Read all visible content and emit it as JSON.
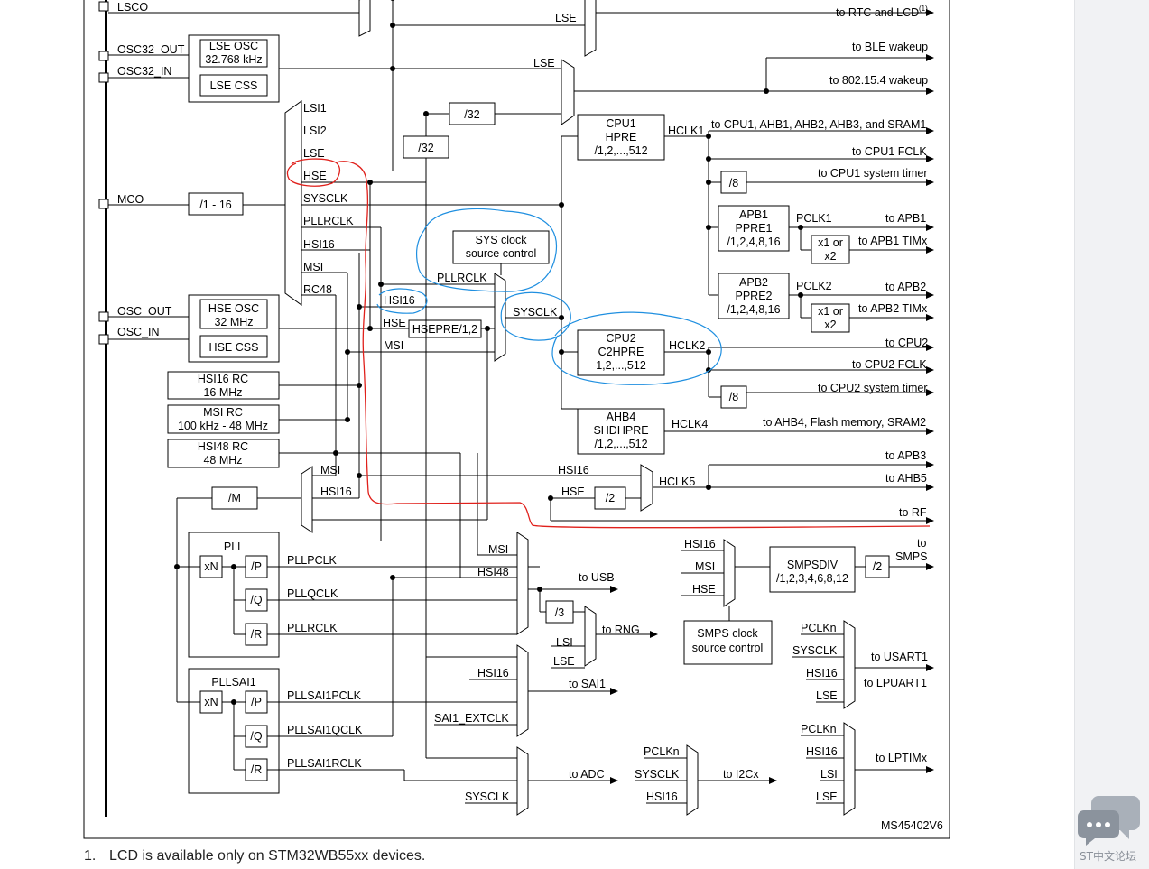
{
  "diagram": {
    "ref": "MS45402V6",
    "left_pins": {
      "lsco": "LSCO",
      "osc32_out": "OSC32_OUT",
      "osc32_in": "OSC32_IN",
      "mco": "MCO",
      "osc_out": "OSC_OUT",
      "osc_in": "OSC_IN"
    },
    "sources": {
      "lse_osc": [
        "LSE OSC",
        "32.768 kHz"
      ],
      "lse_css": "LSE CSS",
      "hse_osc": [
        "HSE OSC",
        "32 MHz"
      ],
      "hse_css": "HSE CSS",
      "hsi16_rc": [
        "HSI16 RC",
        "16 MHz"
      ],
      "msi_rc": [
        "MSI RC",
        "100 kHz - 48 MHz"
      ],
      "hsi48_rc": [
        "HSI48 RC",
        "48 MHz"
      ]
    },
    "dividers": {
      "mco_div": "/1 - 16",
      "div32": "/32",
      "div8": "/8",
      "div2": "/2",
      "div3": "/3",
      "divM": "/M",
      "x1x2": [
        "x1 or",
        "x2"
      ]
    },
    "mco_mux_inputs": [
      "LSI1",
      "LSI2",
      "LSE",
      "HSE",
      "SYSCLK",
      "PLLRCLK",
      "HSI16",
      "MSI",
      "RC48"
    ],
    "rtc": {
      "lse": "LSE",
      "to_rtc": "to RTC and LCD",
      "footnote_mark": "(1)",
      "to_ble": "to BLE wakeup",
      "to_802": "to 802.15.4 wakeup"
    },
    "sysclk": {
      "control": [
        "SYS clock",
        "source control"
      ],
      "inputs": [
        "PLLRCLK",
        "HSI16",
        "HSE",
        "MSI"
      ],
      "hsepre": "HSEPRE/1,2",
      "output": "SYSCLK"
    },
    "cpu1": {
      "block": [
        "CPU1",
        "HPRE",
        "/1,2,...,512"
      ],
      "hclk": "HCLK1",
      "outputs": [
        "to CPU1, AHB1, AHB2, AHB3, and SRAM1",
        "to CPU1 FCLK",
        "to CPU1 system timer"
      ]
    },
    "apb1": {
      "block": [
        "APB1",
        "PPRE1",
        "/1,2,4,8,16"
      ],
      "pclk": "PCLK1",
      "out": "to APB1",
      "tim": "to APB1 TIMx"
    },
    "apb2": {
      "block": [
        "APB2",
        "PPRE2",
        "/1,2,4,8,16"
      ],
      "pclk": "PCLK2",
      "out": "to APB2",
      "tim": "to APB2 TIMx"
    },
    "cpu2": {
      "block": [
        "CPU2",
        "C2HPRE",
        "1,2,...,512"
      ],
      "hclk": "HCLK2",
      "outputs": [
        "to CPU2",
        "to CPU2 FCLK",
        "to CPU2 system timer"
      ]
    },
    "ahb4": {
      "block": [
        "AHB4",
        "SHDHPRE",
        "/1,2,...,512"
      ],
      "hclk": "HCLK4",
      "out": "to AHB4, Flash memory, SRAM2"
    },
    "hclk5": {
      "inputs": [
        "HSI16",
        "HSE"
      ],
      "label": "HCLK5",
      "outputs": [
        "to APB3",
        "to AHB5",
        "to RF"
      ]
    },
    "pll_mux_inputs": [
      "MSI",
      "HSI16"
    ],
    "pll": {
      "title": "PLL",
      "xn": "xN",
      "p": "/P",
      "q": "/Q",
      "r": "/R",
      "outputs": [
        "PLLPCLK",
        "PLLQCLK",
        "PLLRCLK"
      ]
    },
    "pllsai1": {
      "title": "PLLSAI1",
      "xn": "xN",
      "p": "/P",
      "q": "/Q",
      "r": "/R",
      "outputs": [
        "PLLSAI1PCLK",
        "PLLSAI1QCLK",
        "PLLSAI1RCLK"
      ]
    },
    "usb": {
      "inputs": [
        "MSI",
        "HSI48"
      ],
      "out": "to USB"
    },
    "rng": {
      "inputs": [
        "LSI",
        "LSE"
      ],
      "out": "to RNG"
    },
    "sai1": {
      "inputs": [
        "HSI16",
        "SAI1_EXTCLK"
      ],
      "out": "to SAI1"
    },
    "adc": {
      "inputs": [
        "SYSCLK"
      ],
      "out": "to ADC"
    },
    "smps": {
      "inputs": [
        "HSI16",
        "MSI",
        "HSE"
      ],
      "div": [
        "SMPSDIV",
        "/1,2,3,4,6,8,12"
      ],
      "out": [
        "to",
        "SMPS"
      ],
      "control": [
        "SMPS clock",
        "source control"
      ]
    },
    "i2c": {
      "inputs": [
        "PCLKn",
        "SYSCLK",
        "HSI16"
      ],
      "out": "to I2Cx"
    },
    "usart": {
      "inputs": [
        "PCLKn",
        "SYSCLK",
        "HSI16",
        "LSE"
      ],
      "outs": [
        "to USART1",
        "to LPUART1"
      ]
    },
    "lptim": {
      "inputs": [
        "PCLKn",
        "HSI16",
        "LSI",
        "LSE"
      ],
      "out": "to LPTIMx"
    }
  },
  "footnote": {
    "number": "1.",
    "text": "LCD is available only on STM32WB55xx devices."
  },
  "chat_widget": {
    "label": "ST中文论坛",
    "icon": "chat-bubbles-icon"
  },
  "annotation_colors": {
    "red": "#e0201b",
    "blue": "#1f8fe0"
  }
}
